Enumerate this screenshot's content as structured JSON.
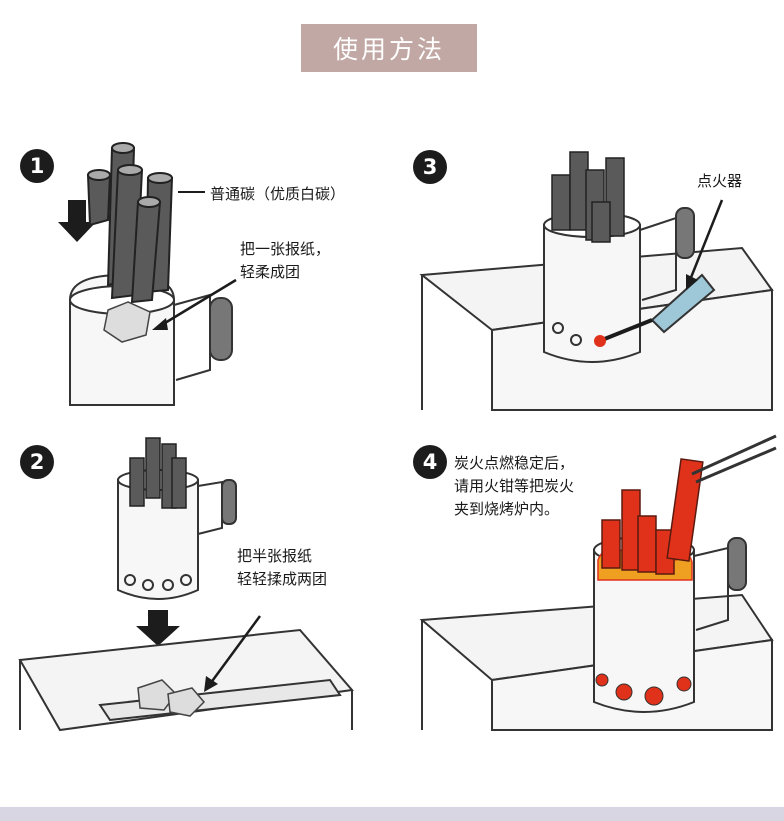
{
  "title": "使用方法",
  "steps": [
    {
      "number": "1",
      "labels": [
        "普通碳（优质白碳）",
        "把一张报纸，",
        "轻柔成团"
      ]
    },
    {
      "number": "2",
      "labels": [
        "把半张报纸",
        "轻轻揉成两团"
      ]
    },
    {
      "number": "3",
      "labels": [
        "点火器"
      ]
    },
    {
      "number": "4",
      "labels": [
        "炭火点燃稳定后，",
        "请用火钳等把炭火",
        "夹到烧烤炉内。"
      ]
    }
  ],
  "colors": {
    "title_bg": "#c2a8a4",
    "ink": "#1c1c1c",
    "fire": "#e0321a",
    "flame": "#f0a020",
    "bottom_bar": "#d8d6e2"
  }
}
